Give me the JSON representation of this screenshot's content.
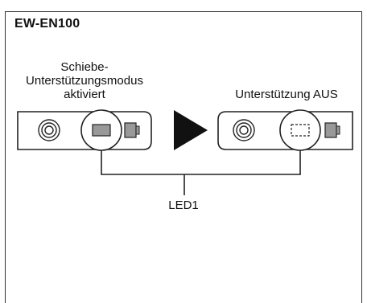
{
  "model_name": "EW-EN100",
  "states": [
    {
      "caption_lines": [
        "Schiebe-",
        "Unterstützungsmodus",
        "aktiviert"
      ],
      "led_state": "on"
    },
    {
      "caption_lines": [
        "Unterstützung AUS"
      ],
      "led_state": "off"
    }
  ],
  "arrow_icon": "play-triangle-icon",
  "led_label": "LED1"
}
